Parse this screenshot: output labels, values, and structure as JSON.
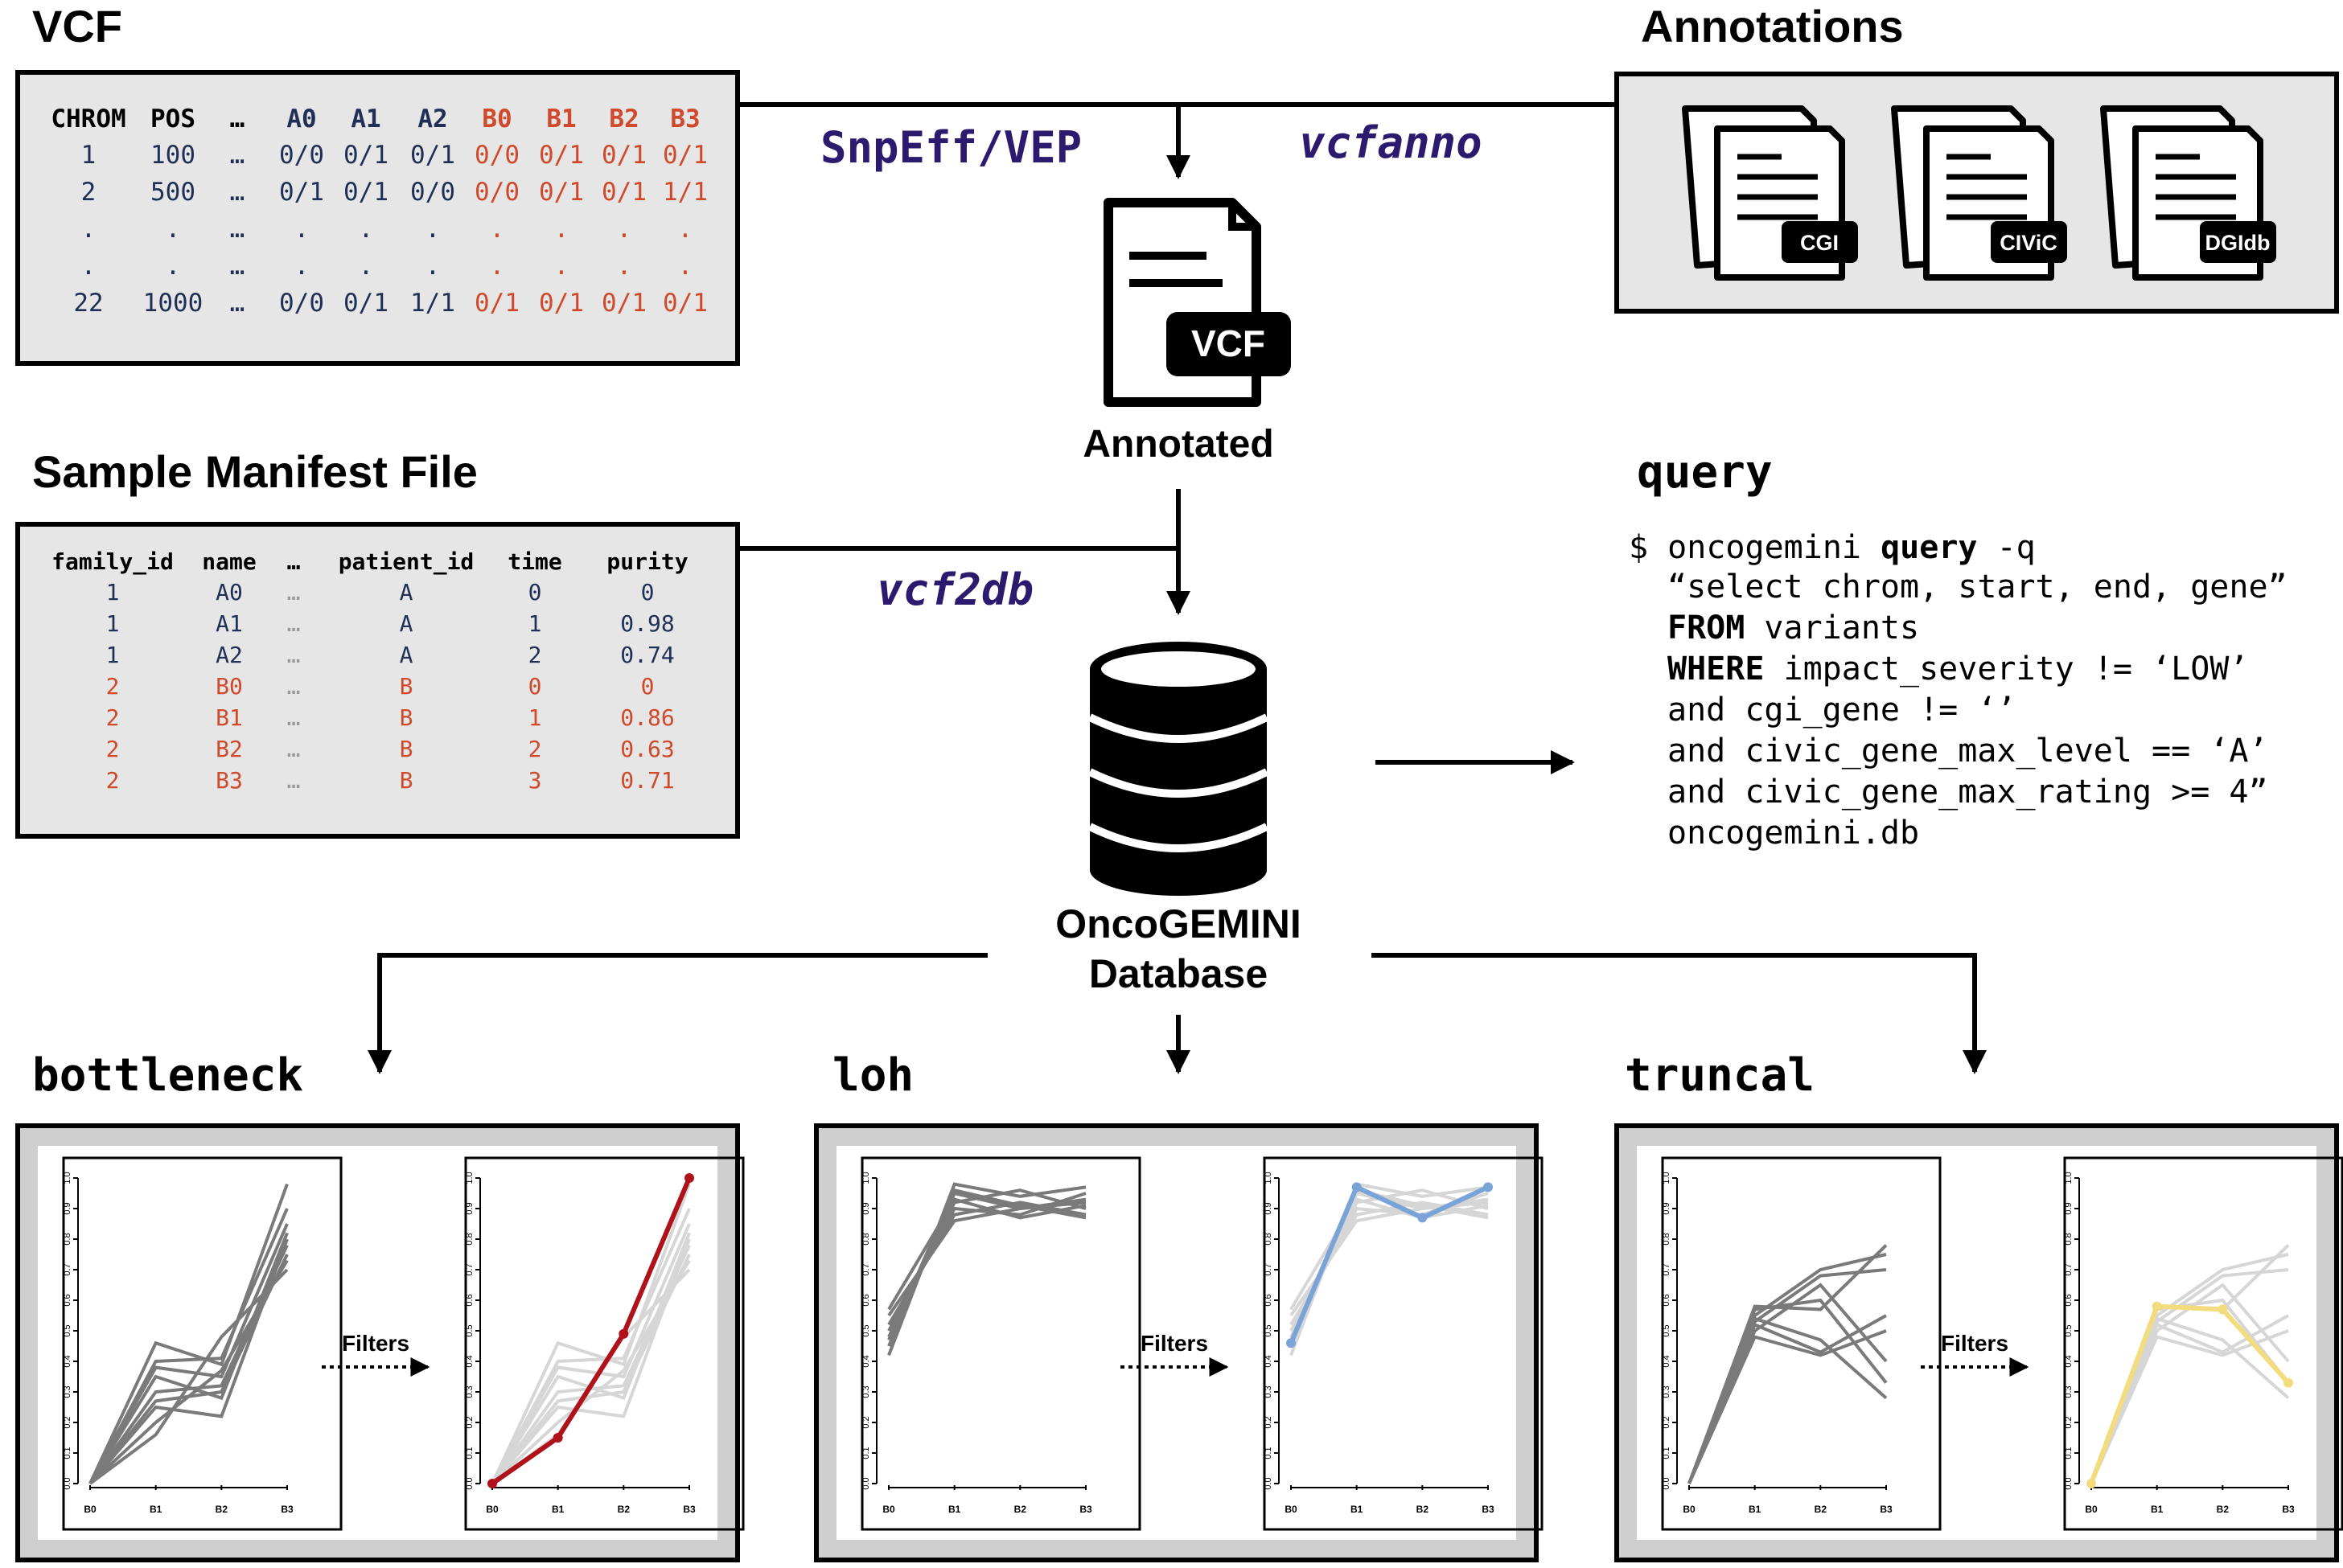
{
  "headings": {
    "vcf": "VCF",
    "annotations": "Annotations",
    "manifest": "Sample Manifest File",
    "query": "query",
    "bottleneck": "bottleneck",
    "loh": "loh",
    "truncal": "truncal"
  },
  "tools": {
    "snpeff": "SnpEff/VEP",
    "vcfanno": "vcfanno",
    "vcf2db": "vcf2db"
  },
  "center": {
    "vcf_badge": "VCF",
    "annotated": "Annotated",
    "db_line1": "OncoGEMINI",
    "db_line2": "Database"
  },
  "annotation_sources": [
    "CGI",
    "CIViC",
    "DGIdb"
  ],
  "vcf_table": {
    "headers": [
      "CHROM",
      "POS",
      "…",
      "A0",
      "A1",
      "A2",
      "B0",
      "B1",
      "B2",
      "B3"
    ],
    "rows": [
      [
        "1",
        "100",
        "…",
        "0/0",
        "0/1",
        "0/1",
        "0/0",
        "0/1",
        "0/1",
        "0/1"
      ],
      [
        "2",
        "500",
        "…",
        "0/1",
        "0/1",
        "0/0",
        "0/0",
        "0/1",
        "0/1",
        "1/1"
      ],
      [
        ".",
        ".",
        "…",
        ".",
        ".",
        ".",
        ".",
        ".",
        ".",
        "."
      ],
      [
        ".",
        ".",
        "…",
        ".",
        ".",
        ".",
        ".",
        ".",
        ".",
        "."
      ],
      [
        "22",
        "1000",
        "…",
        "0/0",
        "0/1",
        "1/1",
        "0/1",
        "0/1",
        "0/1",
        "0/1"
      ]
    ]
  },
  "manifest_table": {
    "headers": [
      "family_id",
      "name",
      "…",
      "patient_id",
      "time",
      "purity"
    ],
    "rows": [
      [
        "1",
        "A0",
        "…",
        "A",
        "0",
        "0"
      ],
      [
        "1",
        "A1",
        "…",
        "A",
        "1",
        "0.98"
      ],
      [
        "1",
        "A2",
        "…",
        "A",
        "2",
        "0.74"
      ],
      [
        "2",
        "B0",
        "…",
        "B",
        "0",
        "0"
      ],
      [
        "2",
        "B1",
        "…",
        "B",
        "1",
        "0.86"
      ],
      [
        "2",
        "B2",
        "…",
        "B",
        "2",
        "0.63"
      ],
      [
        "2",
        "B3",
        "…",
        "B",
        "3",
        "0.71"
      ]
    ]
  },
  "query_code": {
    "prompt": "$ oncogemini ",
    "cmd": "query",
    "flag": " -q",
    "lines": [
      {
        "kw": "",
        "text": "“select chrom, start, end, gene”"
      },
      {
        "kw": "FROM",
        "text": " variants"
      },
      {
        "kw": "WHERE",
        "text": " impact_severity != ‘LOW’"
      },
      {
        "kw": "",
        "text": "and cgi_gene != ‘’"
      },
      {
        "kw": "",
        "text": "and civic_gene_max_level == ‘A’"
      },
      {
        "kw": "",
        "text": "and civic_gene_max_rating >= 4”"
      },
      {
        "kw": "",
        "text": "oncogemini.db"
      }
    ]
  },
  "filters_label": "Filters",
  "colors": {
    "navy": "#1f2f55",
    "red": "#d0492a",
    "tool": "#2b1a6e",
    "panel": "#e6e6e6",
    "gray_line": "#7a7a7a",
    "light_line": "#d6d6d6",
    "bottleneck_hl": "#b0121b",
    "loh_hl": "#7aa4d8",
    "truncal_hl": "#f2dc7e"
  },
  "chart_data": [
    {
      "type": "line",
      "name": "bottleneck",
      "categories": [
        "B0",
        "B1",
        "B2",
        "B3"
      ],
      "ylim": [
        0,
        1
      ],
      "yticks": [
        "0.0",
        "0.1",
        "0.2",
        "0.3",
        "0.4",
        "0.5",
        "0.6",
        "0.7",
        "0.8",
        "0.9",
        "1.0"
      ],
      "series": [
        {
          "values": [
            0,
            0.46,
            0.39,
            0.98
          ]
        },
        {
          "values": [
            0,
            0.4,
            0.41,
            0.9
          ]
        },
        {
          "values": [
            0,
            0.38,
            0.35,
            0.85
          ]
        },
        {
          "values": [
            0,
            0.35,
            0.28,
            0.82
          ]
        },
        {
          "values": [
            0,
            0.3,
            0.32,
            0.78
          ]
        },
        {
          "values": [
            0,
            0.27,
            0.3,
            0.75
          ]
        },
        {
          "values": [
            0,
            0.25,
            0.22,
            0.8
          ]
        },
        {
          "values": [
            0,
            0.2,
            0.37,
            0.73
          ]
        },
        {
          "values": [
            0,
            0.16,
            0.48,
            0.7
          ]
        }
      ],
      "filtered": [
        0,
        0.15,
        0.49,
        1.0
      ]
    },
    {
      "type": "line",
      "name": "loh",
      "categories": [
        "B0",
        "B1",
        "B2",
        "B3"
      ],
      "ylim": [
        0,
        1
      ],
      "yticks": [
        "0.0",
        "0.1",
        "0.2",
        "0.3",
        "0.4",
        "0.5",
        "0.6",
        "0.7",
        "0.8",
        "0.9",
        "1.0"
      ],
      "series": [
        {
          "values": [
            0.42,
            0.98,
            0.94,
            0.97
          ]
        },
        {
          "values": [
            0.45,
            0.95,
            0.9,
            0.93
          ]
        },
        {
          "values": [
            0.48,
            0.92,
            0.96,
            0.9
          ]
        },
        {
          "values": [
            0.5,
            0.9,
            0.88,
            0.95
          ]
        },
        {
          "values": [
            0.52,
            0.88,
            0.92,
            0.88
          ]
        },
        {
          "values": [
            0.55,
            0.86,
            0.9,
            0.92
          ]
        },
        {
          "values": [
            0.57,
            0.93,
            0.87,
            0.91
          ]
        },
        {
          "values": [
            0.47,
            0.96,
            0.91,
            0.87
          ]
        }
      ],
      "filtered": [
        0.46,
        0.97,
        0.87,
        0.97
      ]
    },
    {
      "type": "line",
      "name": "truncal",
      "categories": [
        "B0",
        "B1",
        "B2",
        "B3"
      ],
      "ylim": [
        0,
        1
      ],
      "yticks": [
        "0.0",
        "0.1",
        "0.2",
        "0.3",
        "0.4",
        "0.5",
        "0.6",
        "0.7",
        "0.8",
        "0.9",
        "1.0"
      ],
      "series": [
        {
          "values": [
            0,
            0.58,
            0.57,
            0.78
          ]
        },
        {
          "values": [
            0,
            0.55,
            0.7,
            0.75
          ]
        },
        {
          "values": [
            0,
            0.53,
            0.68,
            0.7
          ]
        },
        {
          "values": [
            0,
            0.52,
            0.43,
            0.55
          ]
        },
        {
          "values": [
            0,
            0.5,
            0.65,
            0.4
          ]
        },
        {
          "values": [
            0,
            0.48,
            0.42,
            0.5
          ]
        },
        {
          "values": [
            0,
            0.54,
            0.47,
            0.28
          ]
        },
        {
          "values": [
            0,
            0.57,
            0.6,
            0.33
          ]
        }
      ],
      "filtered": [
        0,
        0.58,
        0.57,
        0.33
      ]
    }
  ]
}
